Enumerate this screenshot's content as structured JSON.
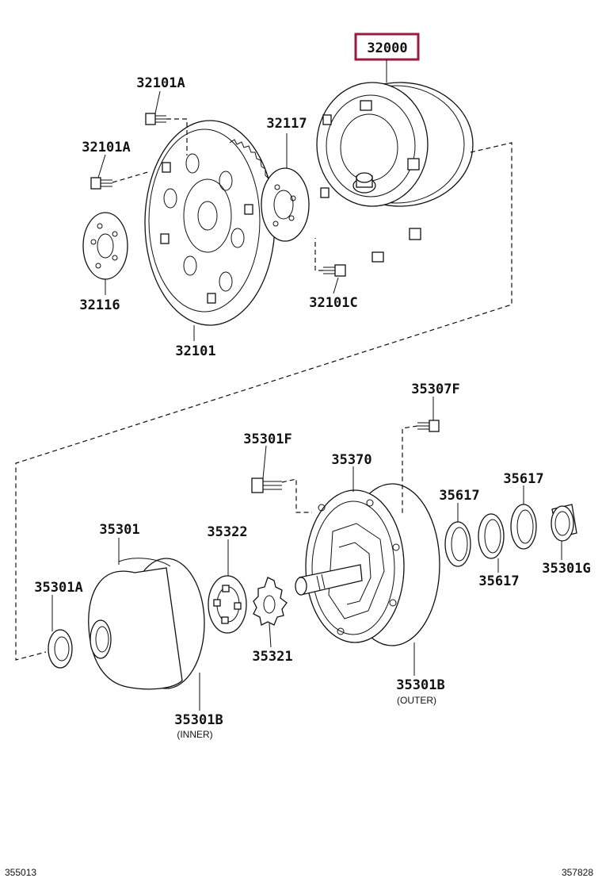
{
  "parts": {
    "p32000": "32000",
    "p32101A_top": "32101A",
    "p32101A_left": "32101A",
    "p32117": "32117",
    "p32116": "32116",
    "p32101": "32101",
    "p32101C": "32101C",
    "p35307F": "35307F",
    "p35301F": "35301F",
    "p35370": "35370",
    "p35617_a": "35617",
    "p35617_b": "35617",
    "p35617_c": "35617",
    "p35301": "35301",
    "p35322": "35322",
    "p35301A": "35301A",
    "p35321": "35321",
    "p35301G": "35301G",
    "p35301B_outer": "35301B",
    "p35301B_inner": "35301B"
  },
  "notes": {
    "outer": "(OUTER)",
    "inner": "(INNER)"
  },
  "footer": {
    "left_code": "355013",
    "right_code": "357828"
  },
  "colors": {
    "highlight_box": "#9b1b3c",
    "line": "#111111"
  }
}
